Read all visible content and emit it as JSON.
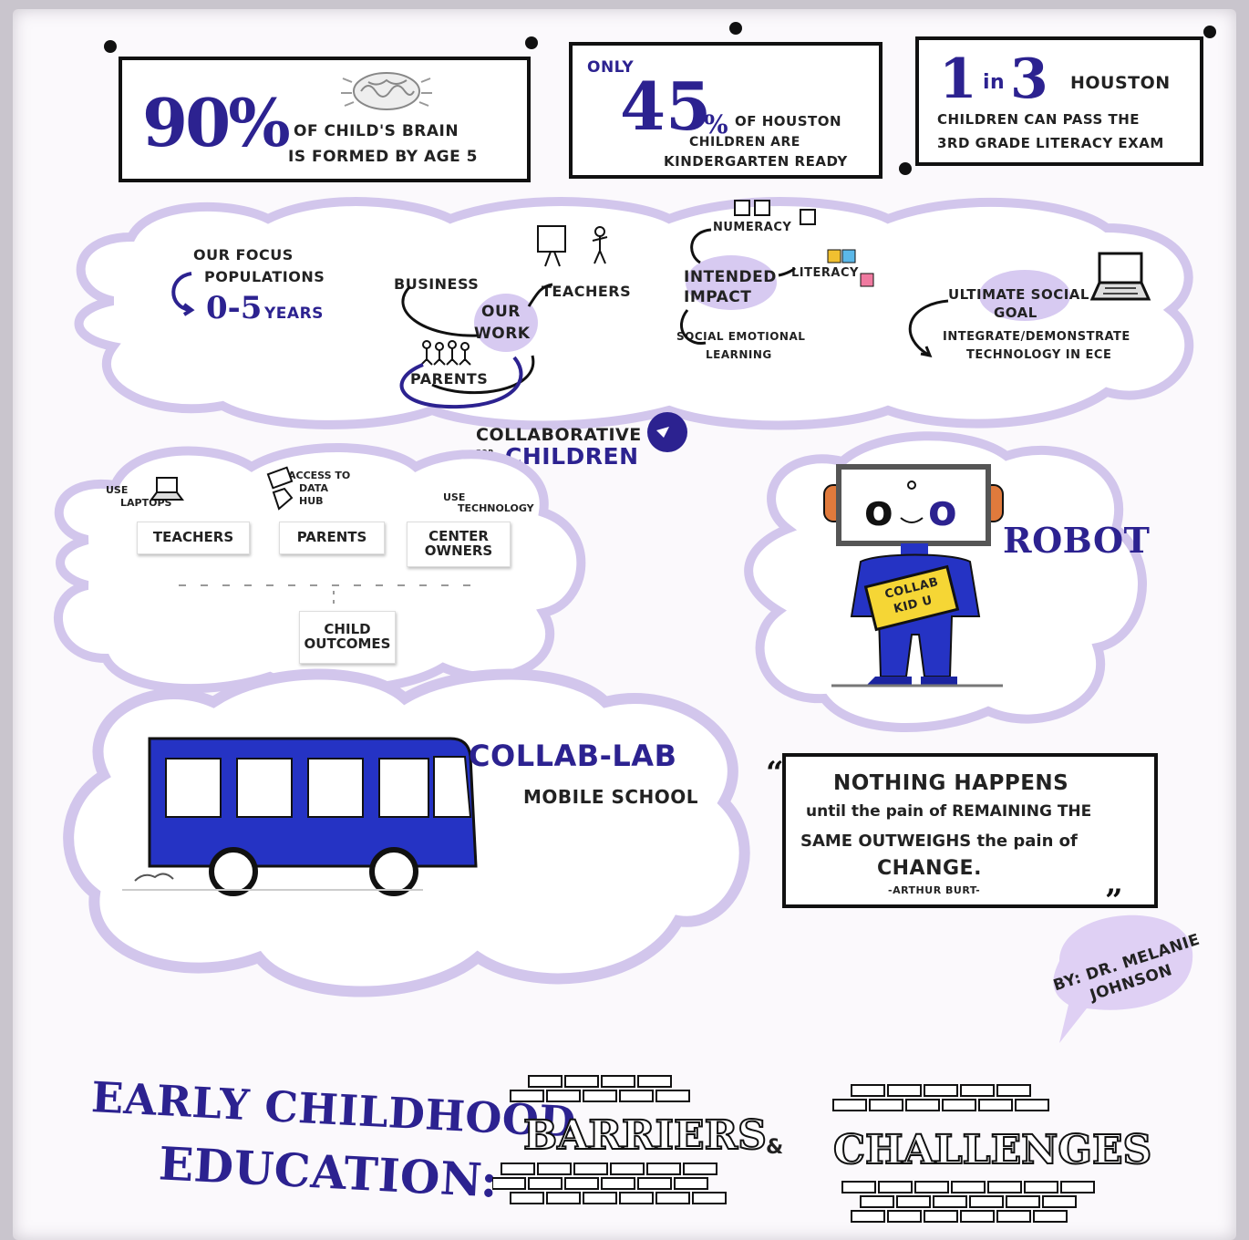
{
  "stats": {
    "s1": {
      "big": "90%",
      "line1": "OF CHILD'S BRAIN",
      "line2": "IS FORMED BY AGE 5"
    },
    "s2": {
      "small": "ONLY",
      "big": "45",
      "pct": "%",
      "line1": "OF HOUSTON",
      "line2": "CHILDREN ARE",
      "line3": "KINDERGARTEN READY"
    },
    "s3": {
      "big1": "1",
      "in": "in",
      "big2": "3",
      "word": "HOUSTON",
      "line1": "CHILDREN CAN PASS THE",
      "line2": "3RD GRADE LITERACY EXAM"
    }
  },
  "cloud1": {
    "focus": {
      "line1": "OUR FOCUS",
      "line2": "POPULATIONS",
      "age": "0-5",
      "years": "YEARS"
    },
    "business": "BUSINESS",
    "teachers": "TEACHERS",
    "our_work_1": "OUR",
    "our_work_2": "WORK",
    "parents": "PARENTS",
    "numeracy": "NUMERACY",
    "intended_1": "INTENDED",
    "intended_2": "IMPACT",
    "literacy": "LITERACY",
    "sel_1": "SOCIAL EMOTIONAL",
    "sel_2": "LEARNING",
    "goal_1": "ULTIMATE SOCIAL",
    "goal_2": "GOAL",
    "goal_3": "INTEGRATE/DEMONSTRATE",
    "goal_4": "TECHNOLOGY IN ECE"
  },
  "logo": {
    "line1": "COLLABORATIVE",
    "for": "FOR",
    "line2": "CHILDREN"
  },
  "cloud2": {
    "laptops_1": "USE",
    "laptops_2": "LAPTOPS",
    "access_1": "ACCESS TO",
    "access_2": "DATA",
    "access_3": "HUB",
    "tech_1": "USE",
    "tech_2": "TECHNOLOGY",
    "teachers": "TEACHERS",
    "parents": "PARENTS",
    "center_1": "CENTER",
    "center_2": "OWNERS",
    "child_1": "CHILD",
    "child_2": "OUTCOMES"
  },
  "robot": {
    "label": "ROBOT",
    "sign_1": "COLLAB",
    "sign_2": "KID U"
  },
  "bus": {
    "title": "COLLAB-LAB",
    "subtitle": "MOBILE SCHOOL"
  },
  "quote": {
    "line1": "NOTHING HAPPENS",
    "line2": "until the pain of REMAINING THE",
    "line3": "SAME OUTWEIGHS the pain of",
    "line4": "CHANGE.",
    "author": "-ARTHUR BURT-"
  },
  "byline": {
    "line1": "BY: DR. MELANIE",
    "line2": "JOHNSON"
  },
  "footer": {
    "title_1": "EARLY CHILDHOOD",
    "title_2": "EDUCATION:",
    "barriers": "BARRIERS",
    "amp": "&",
    "challenges": "CHALLENGES"
  },
  "colors": {
    "ink": "#2c2290",
    "bus": "#2533c4",
    "lilac": "#c9b8ec",
    "cloud_edge": "#cfc2ea"
  }
}
